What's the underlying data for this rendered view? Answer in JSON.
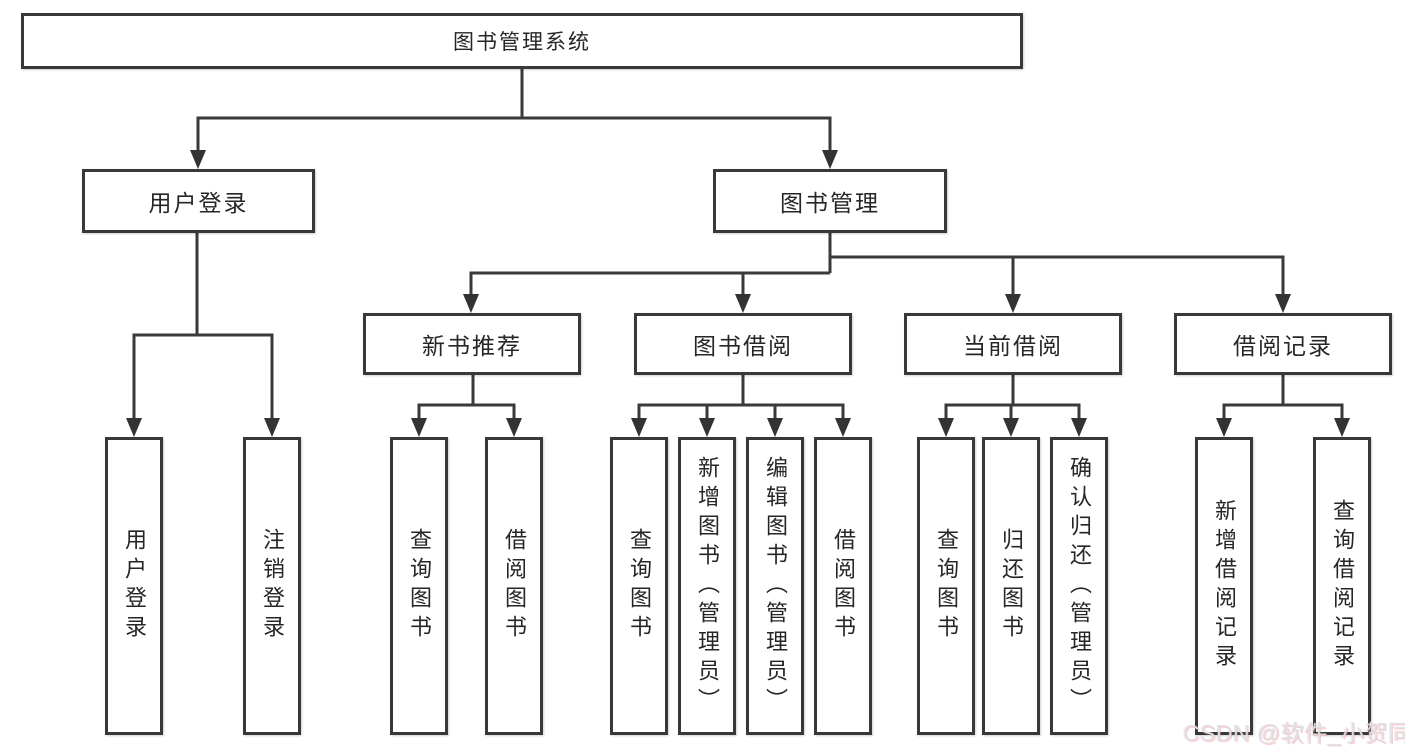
{
  "diagram": {
    "type": "function-structure-tree",
    "root": {
      "label": "图书管理系统"
    },
    "level1": [
      {
        "label": "用户登录",
        "children": [
          {
            "label": "用户登录"
          },
          {
            "label": "注销登录"
          }
        ]
      },
      {
        "label": "图书管理",
        "children": [
          {
            "label": "新书推荐",
            "children": [
              {
                "label": "查询图书"
              },
              {
                "label": "借阅图书"
              }
            ]
          },
          {
            "label": "图书借阅",
            "children": [
              {
                "label": "查询图书"
              },
              {
                "label": "新增图书（管理员）"
              },
              {
                "label": "编辑图书（管理员）"
              },
              {
                "label": "借阅图书"
              }
            ]
          },
          {
            "label": "当前借阅",
            "children": [
              {
                "label": "查询图书"
              },
              {
                "label": "归还图书"
              },
              {
                "label": "确认归还（管理员）"
              }
            ]
          },
          {
            "label": "借阅记录",
            "children": [
              {
                "label": "新增借阅记录"
              },
              {
                "label": "查询借阅记录"
              }
            ]
          }
        ]
      }
    ]
  },
  "watermark": {
    "text": "CSDN @软件_小贺同学"
  },
  "colors": {
    "background": "#ffffff",
    "line": "#3a3a3a",
    "box_border": "#383838",
    "text": "#262626",
    "watermark": "#e0e0e0"
  }
}
